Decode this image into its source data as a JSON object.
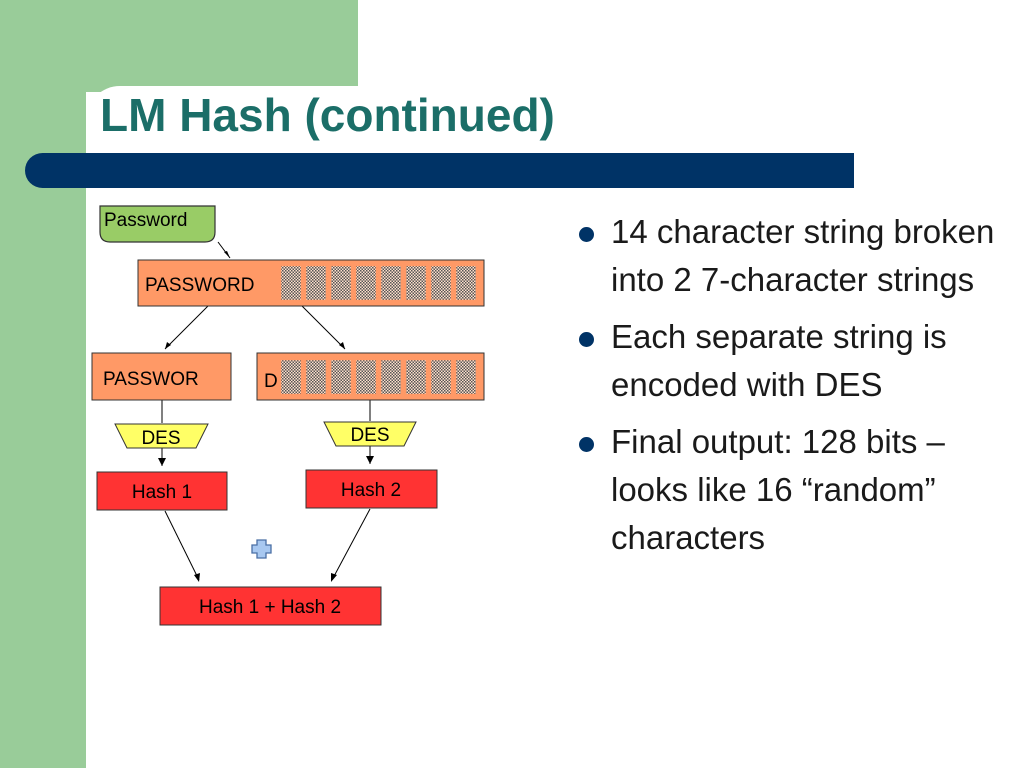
{
  "slide": {
    "title": "LM Hash (continued)"
  },
  "diagram": {
    "password_label": "Password",
    "padded_label": "PASSWORD",
    "left_half_label": "PASSWOR",
    "right_half_label": "D",
    "des_left_label": "DES",
    "des_right_label": "DES",
    "hash1_label": "Hash 1",
    "hash2_label": "Hash 2",
    "combined_label": "Hash 1 + Hash 2",
    "plus_icon": "plus-icon",
    "padding_blocks_top": 8,
    "padding_blocks_right_half": 8
  },
  "bullets": [
    "14 character string broken into 2 7-character strings",
    "Each separate string is encoded with DES",
    "Final output: 128 bits – looks like 16 “random” characters"
  ],
  "colors": {
    "green_band": "#99cc99",
    "title": "#1b6e68",
    "title_bar": "#003366",
    "orange_box": "#ff9966",
    "red_box": "#ff3333",
    "yellow_trap": "#ffff66",
    "green_box": "#99cc66",
    "plus": "#a8c8f0"
  }
}
